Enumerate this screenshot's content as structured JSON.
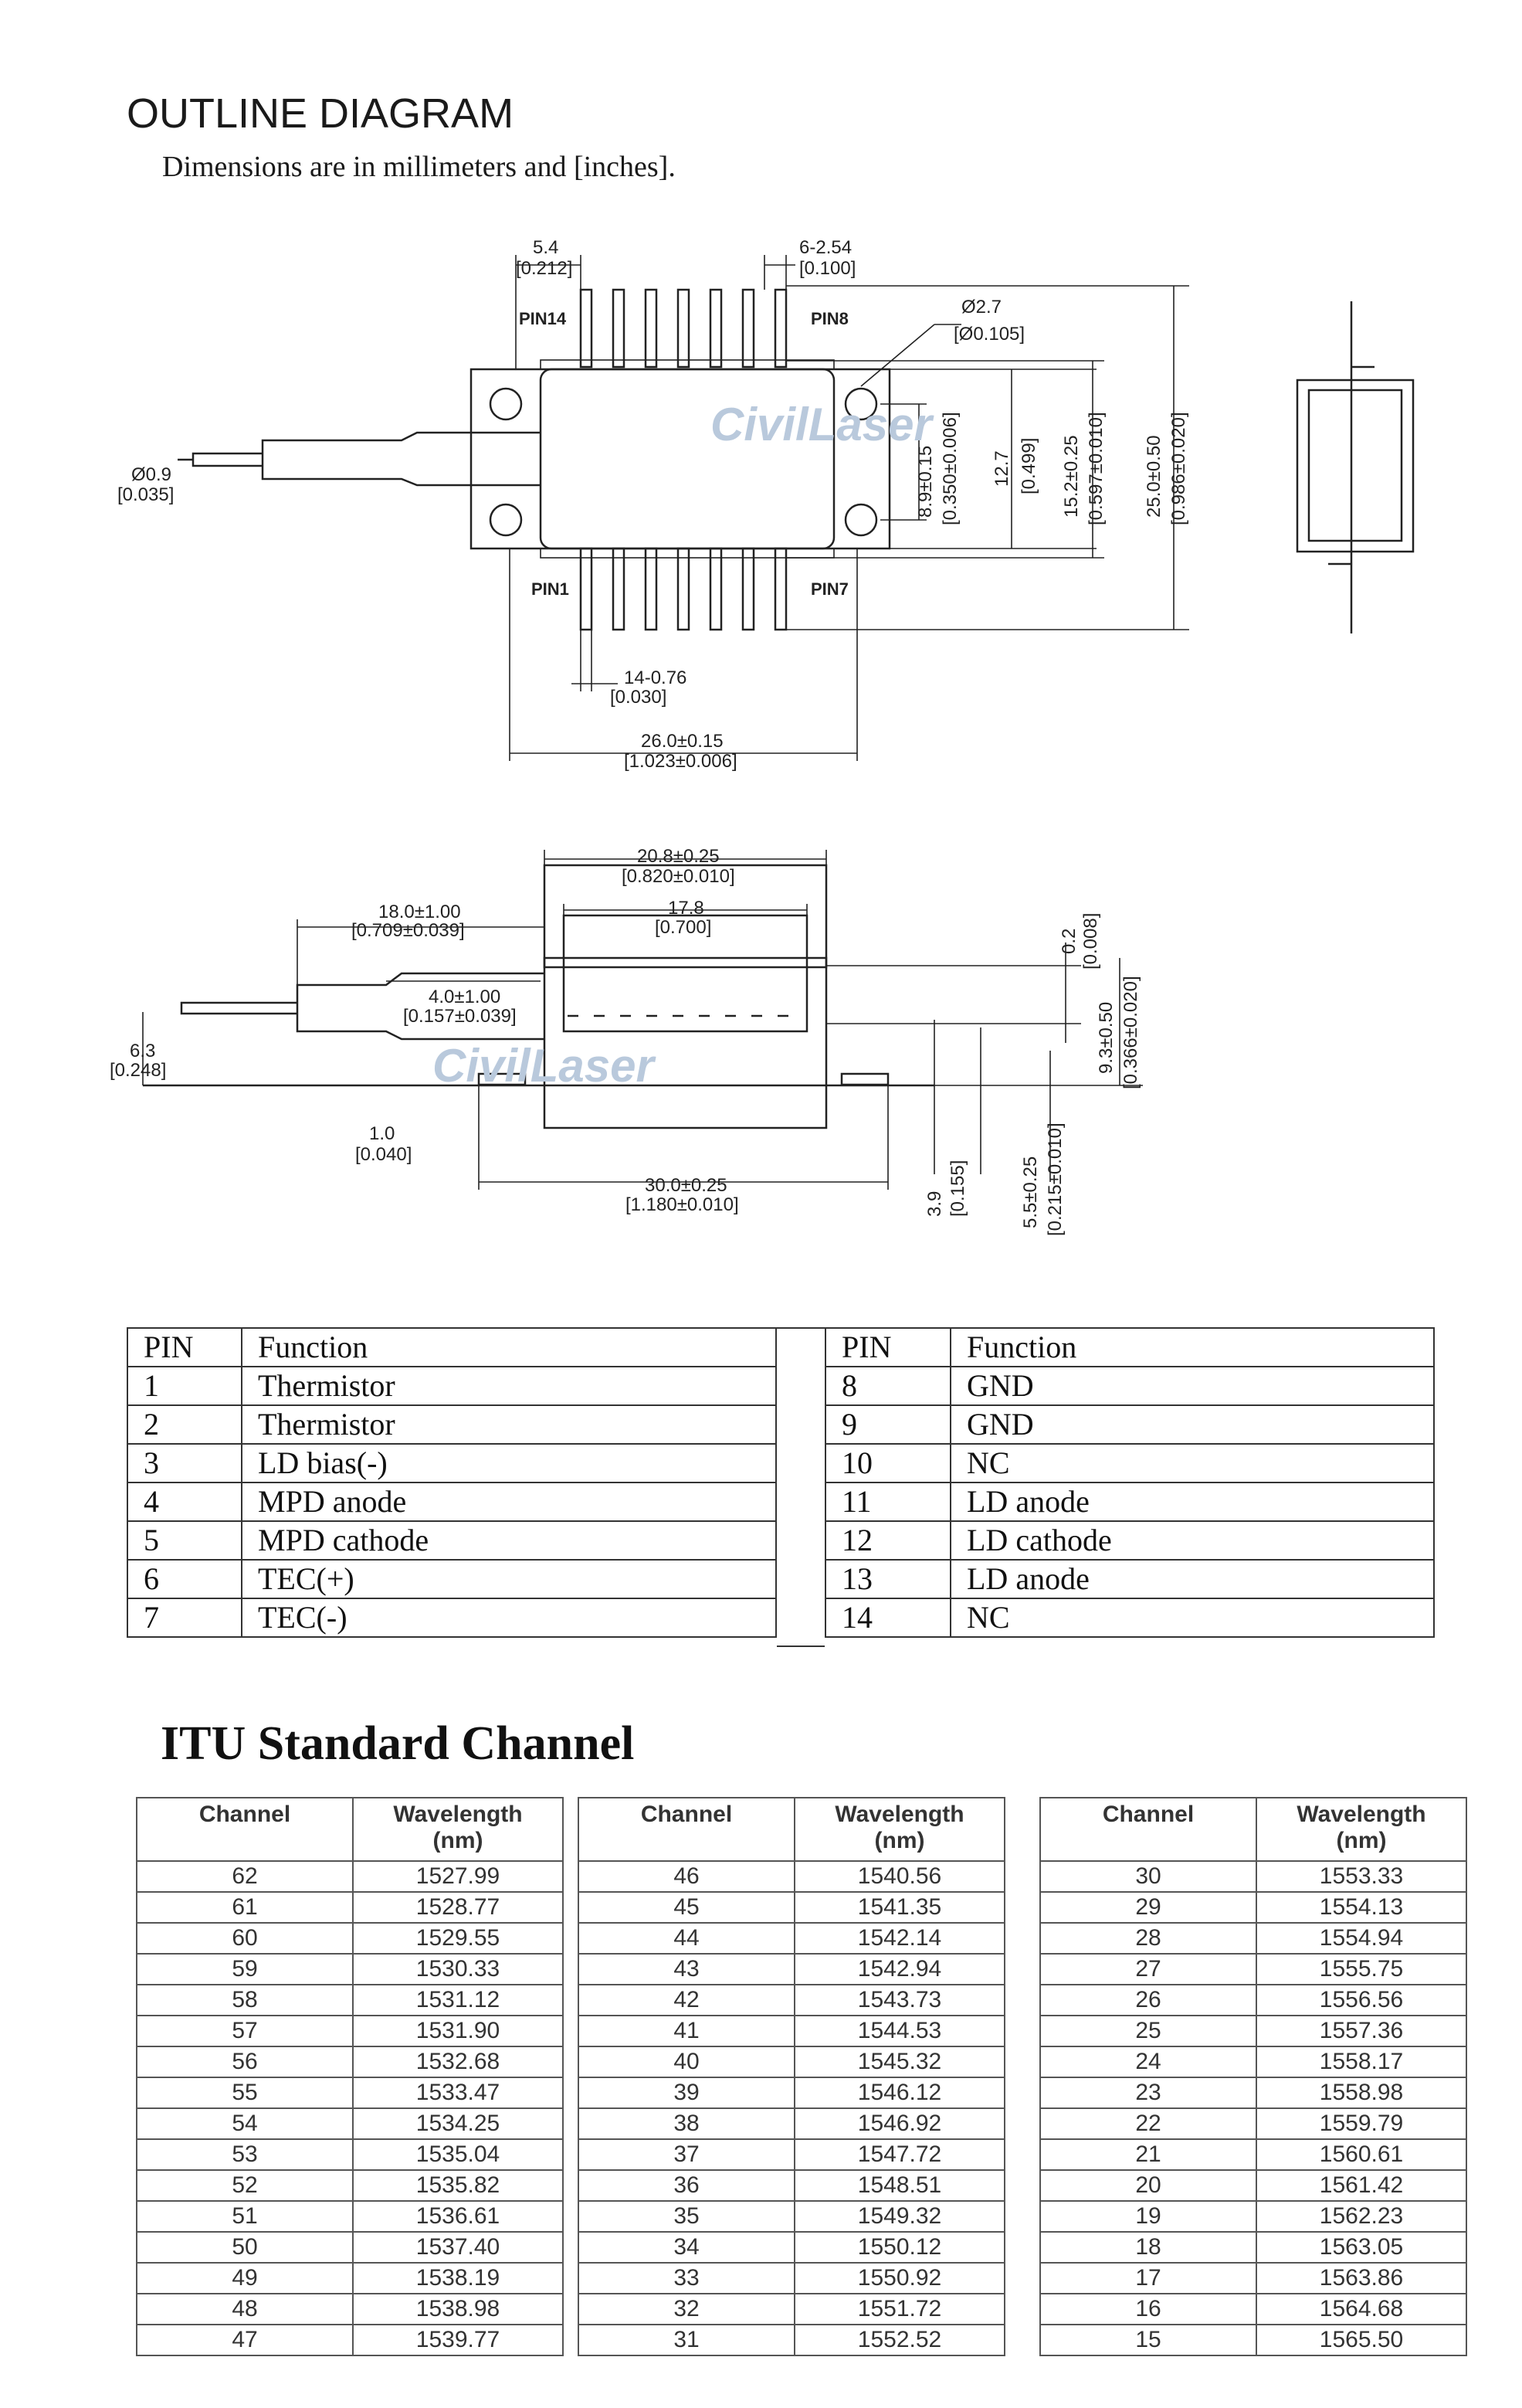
{
  "header": {
    "title": "OUTLINE DIAGRAM",
    "subtitle": "Dimensions are in millimeters and [inches]."
  },
  "diagram_top": {
    "watermark": "CivilLaser",
    "labels": {
      "pin14": "PIN14",
      "pin8": "PIN8",
      "pin1": "PIN1",
      "pin7": "PIN7"
    },
    "dims": {
      "d_5_4": "5.4",
      "d_0_212": "[0.212]",
      "d_pitch": "6-2.54",
      "d_0_100": "[0.100]",
      "d_hole": "Ø2.7",
      "d_hole_in": "[Ø0.105]",
      "d_fiber": "Ø0.9",
      "d_fiber_in": "[0.035]",
      "d_8_9": "8.9±0.15",
      "d_8_9_in": "[0.350±0.006]",
      "d_12_7": "12.7",
      "d_12_7_in": "[0.499]",
      "d_15_2": "15.2±0.25",
      "d_15_2_in": "[0.597±0.010]",
      "d_25_0": "25.0±0.50",
      "d_25_0_in": "[0.986±0.020]",
      "d_pins": "14-0.76",
      "d_pins_in": "[0.030]",
      "d_26_0": "26.0±0.15",
      "d_26_0_in": "[1.023±0.006]"
    }
  },
  "diagram_side": {
    "watermark": "CivilLaser",
    "dims": {
      "d_20_8": "20.8±0.25",
      "d_20_8_in": "[0.820±0.010]",
      "d_18_0": "18.0±1.00",
      "d_18_0_in": "[0.709±0.039]",
      "d_17_8": "17.8",
      "d_17_8_in": "[0.700]",
      "d_0_2": "0.2",
      "d_0_2_in": "[0.008]",
      "d_4_0": "4.0±1.00",
      "d_4_0_in": "[0.157±0.039]",
      "d_6_3": "6.3",
      "d_6_3_in": "[0.248]",
      "d_9_3": "9.3±0.50",
      "d_9_3_in": "[0.366±0.020]",
      "d_1_0": "1.0",
      "d_1_0_in": "[0.040]",
      "d_30_0": "30.0±0.25",
      "d_30_0_in": "[1.180±0.010]",
      "d_3_9": "3.9",
      "d_3_9_in": "[0.155]",
      "d_5_5": "5.5±0.25",
      "d_5_5_in": "[0.215±0.010]"
    }
  },
  "pin_table": {
    "header": {
      "pin": "PIN",
      "function": "Function"
    },
    "left": [
      {
        "pin": "1",
        "function": "Thermistor"
      },
      {
        "pin": "2",
        "function": "Thermistor"
      },
      {
        "pin": "3",
        "function": "LD bias(-)"
      },
      {
        "pin": "4",
        "function": "MPD anode"
      },
      {
        "pin": "5",
        "function": "MPD cathode"
      },
      {
        "pin": "6",
        "function": "TEC(+)"
      },
      {
        "pin": "7",
        "function": "TEC(-)"
      }
    ],
    "right": [
      {
        "pin": "8",
        "function": "GND"
      },
      {
        "pin": "9",
        "function": "GND"
      },
      {
        "pin": "10",
        "function": "NC"
      },
      {
        "pin": "11",
        "function": "LD anode"
      },
      {
        "pin": "12",
        "function": "LD cathode"
      },
      {
        "pin": "13",
        "function": "LD anode"
      },
      {
        "pin": "14",
        "function": "NC"
      }
    ]
  },
  "itu": {
    "heading": "ITU Standard Channel",
    "col_channel": "Channel",
    "col_wavelength": "Wavelength",
    "col_unit": "(nm)",
    "tables": [
      [
        [
          "62",
          "1527.99"
        ],
        [
          "61",
          "1528.77"
        ],
        [
          "60",
          "1529.55"
        ],
        [
          "59",
          "1530.33"
        ],
        [
          "58",
          "1531.12"
        ],
        [
          "57",
          "1531.90"
        ],
        [
          "56",
          "1532.68"
        ],
        [
          "55",
          "1533.47"
        ],
        [
          "54",
          "1534.25"
        ],
        [
          "53",
          "1535.04"
        ],
        [
          "52",
          "1535.82"
        ],
        [
          "51",
          "1536.61"
        ],
        [
          "50",
          "1537.40"
        ],
        [
          "49",
          "1538.19"
        ],
        [
          "48",
          "1538.98"
        ],
        [
          "47",
          "1539.77"
        ]
      ],
      [
        [
          "46",
          "1540.56"
        ],
        [
          "45",
          "1541.35"
        ],
        [
          "44",
          "1542.14"
        ],
        [
          "43",
          "1542.94"
        ],
        [
          "42",
          "1543.73"
        ],
        [
          "41",
          "1544.53"
        ],
        [
          "40",
          "1545.32"
        ],
        [
          "39",
          "1546.12"
        ],
        [
          "38",
          "1546.92"
        ],
        [
          "37",
          "1547.72"
        ],
        [
          "36",
          "1548.51"
        ],
        [
          "35",
          "1549.32"
        ],
        [
          "34",
          "1550.12"
        ],
        [
          "33",
          "1550.92"
        ],
        [
          "32",
          "1551.72"
        ],
        [
          "31",
          "1552.52"
        ]
      ],
      [
        [
          "30",
          "1553.33"
        ],
        [
          "29",
          "1554.13"
        ],
        [
          "28",
          "1554.94"
        ],
        [
          "27",
          "1555.75"
        ],
        [
          "26",
          "1556.56"
        ],
        [
          "25",
          "1557.36"
        ],
        [
          "24",
          "1558.17"
        ],
        [
          "23",
          "1558.98"
        ],
        [
          "22",
          "1559.79"
        ],
        [
          "21",
          "1560.61"
        ],
        [
          "20",
          "1561.42"
        ],
        [
          "19",
          "1562.23"
        ],
        [
          "18",
          "1563.05"
        ],
        [
          "17",
          "1563.86"
        ],
        [
          "16",
          "1564.68"
        ],
        [
          "15",
          "1565.50"
        ]
      ]
    ]
  }
}
